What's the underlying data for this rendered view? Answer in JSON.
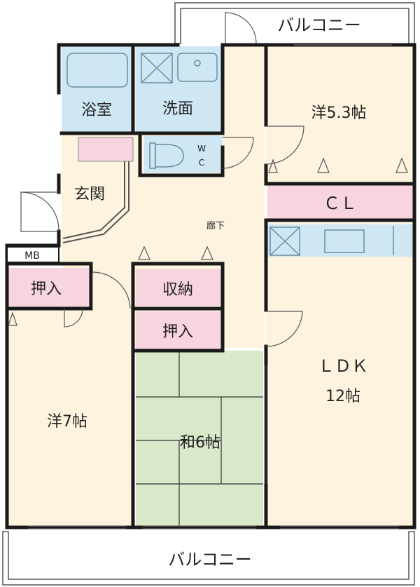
{
  "balcony_top": "バルコニー",
  "balcony_bottom": "バルコニー",
  "rooms": {
    "bath": "浴室",
    "washroom": "洗面",
    "wc": "W\nC",
    "entrance": "玄関",
    "hallway": "廊下",
    "mb": "MB",
    "closet_left": "押入",
    "storage": "収納",
    "closet_center": "押入",
    "western_room_53": "洋5.3帖",
    "cl": "ＣＬ",
    "western_room_7": "洋7帖",
    "japanese_room_6": "和6帖",
    "ldk": "ＬＤＫ",
    "ldk_size": "12帖"
  },
  "colors": {
    "wall": "#1a1a1a",
    "wet_area": "#cfe6f3",
    "floor": "#fdf3df",
    "closet": "#f7d4de",
    "tatami": "#d9e8c9",
    "balcony": "#ffffff"
  }
}
